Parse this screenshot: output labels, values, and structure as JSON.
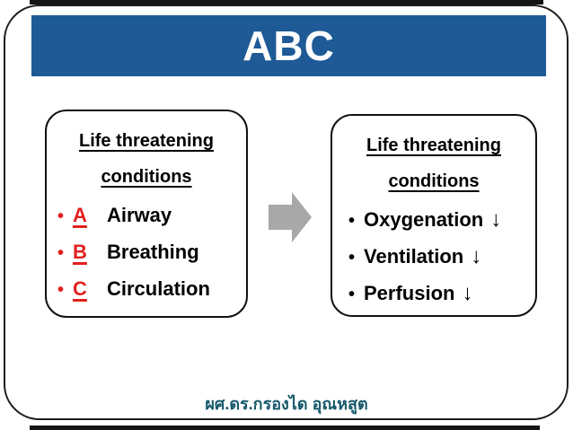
{
  "slide": {
    "title": "ABC",
    "title_bar_color": "#1e5a96",
    "credit": "ผศ.ดร.กรองได อุณหสูต",
    "credit_color": "#17596b"
  },
  "left_box": {
    "heading_line1": "Life threatening",
    "heading_line2": "conditions",
    "bullet": "•",
    "letter_color": "#e2201f",
    "items": [
      {
        "letter": "A",
        "label": "Airway"
      },
      {
        "letter": "B",
        "label": "Breathing"
      },
      {
        "letter": "C",
        "label": "Circulation"
      }
    ]
  },
  "arrow": {
    "direction": "right",
    "color": "#a8a8a8"
  },
  "right_box": {
    "heading_line1": "Life threatening",
    "heading_line2": "conditions",
    "bullet": "•",
    "items": [
      {
        "label": "Oxygenation",
        "arrow": "↓"
      },
      {
        "label": "Ventilation",
        "arrow": "↓"
      },
      {
        "label": "Perfusion",
        "arrow": "↓"
      }
    ]
  }
}
